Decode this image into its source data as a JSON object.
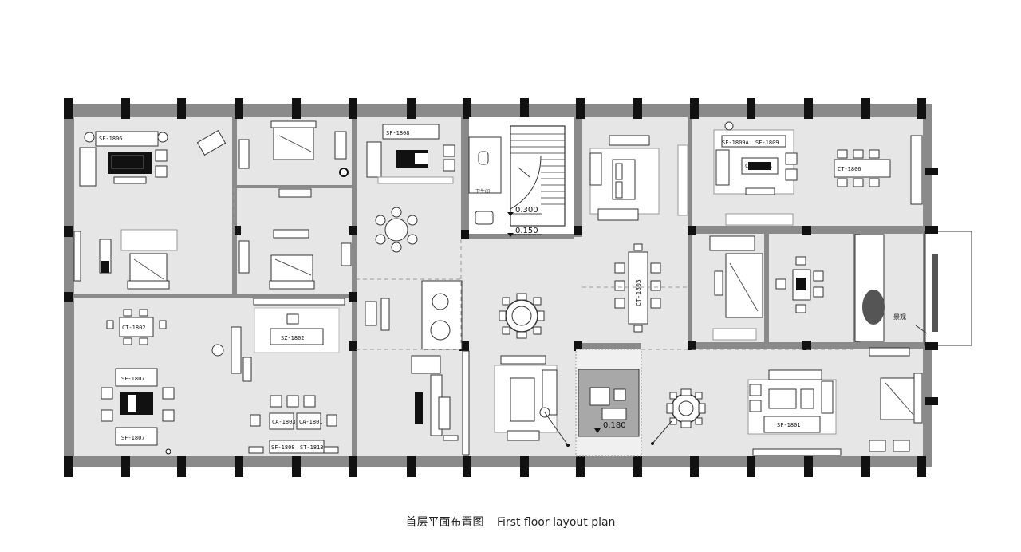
{
  "caption": {
    "cn": "首层平面布置图",
    "en": "First floor layout plan"
  },
  "levels": {
    "upper": "0.300",
    "lower": "0.150",
    "showroom": "0.180"
  },
  "landscape_label": "景观",
  "labels": {
    "sf1806": "SF-1806",
    "sf1808": "SF-1808",
    "ct1802": "CT-1802",
    "sz1802": "SZ-1802",
    "sf1807a": "SF-1807",
    "sf1807b": "SF-1807",
    "ct1803": "CT-1803",
    "ct1806": "CT-1806",
    "sf1801": "SF-1801",
    "sf1809a": "SF-1809A",
    "sf1809": "SF-1809",
    "cj1809a": "CJ-1809A",
    "ca1803": "CA-1803",
    "ca1801": "CA-1801",
    "sf1808b": "SF-1808",
    "st1813": "ST-1813"
  },
  "colors": {
    "wall": "#8a8a8a",
    "column": "#111111",
    "floor": "#e6e6e6",
    "line": "#333333",
    "dark_furniture": "#111111",
    "showroom": "#a8a8a8"
  }
}
